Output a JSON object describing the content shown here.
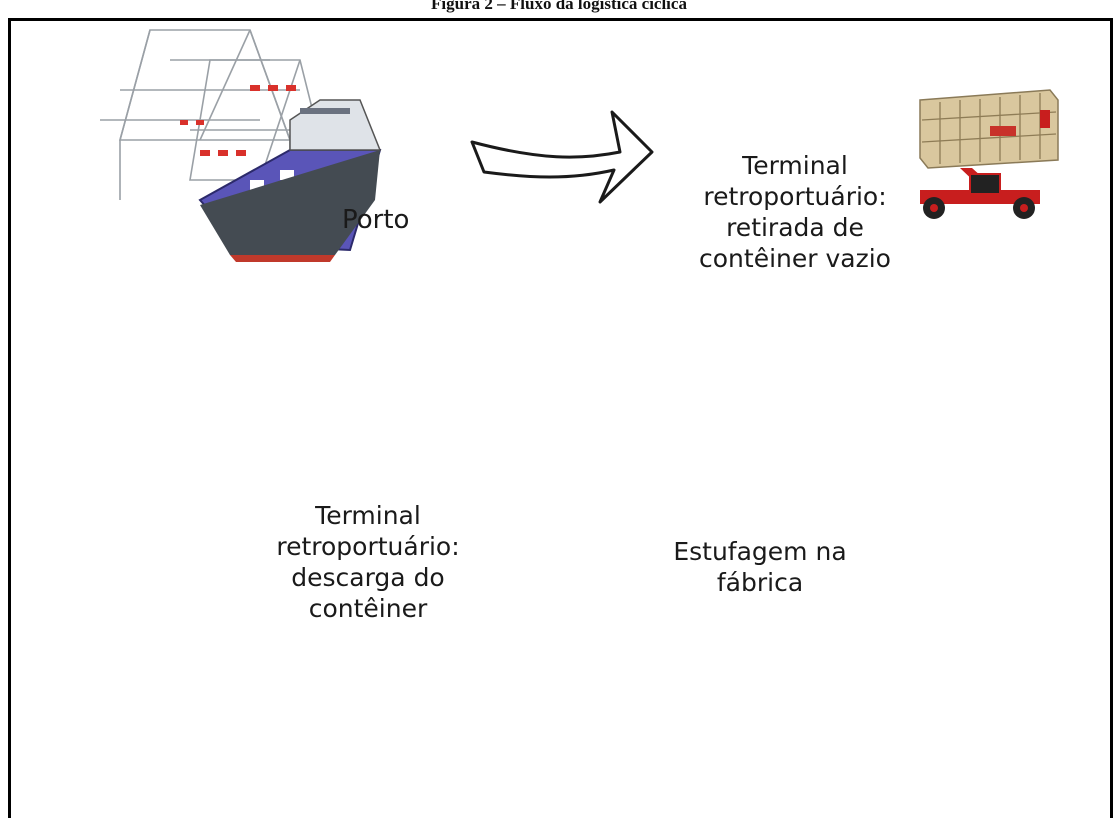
{
  "figure": {
    "caption": "Figura 2 – Fluxo da logística cíclica"
  },
  "nodes": {
    "porto": {
      "label": "Porto"
    },
    "retirada": {
      "label": "Terminal\nretroportuário:\nretirada de\ncontêiner vazio"
    },
    "estufagem": {
      "label": "Estufagem na\nfábrica"
    },
    "descarga": {
      "label": "Terminal\nretroportuário:\ndescarga do\ncontêiner"
    }
  },
  "icons": {
    "center": "clock-icon",
    "port": "port-ship-cranes-icon",
    "reach_stacker": "reach-stacker-icon",
    "truck": "container-truck-icon",
    "factory": "factory-icon"
  },
  "colors": {
    "container": "#d9c79e",
    "container_dark": "#b8a47a",
    "stacker": "#c81e1e",
    "ship_hull": "#444b52",
    "ship_deck": "#5a55b8",
    "factory_roof": "#555a60",
    "factory_wall": "#d6e2ee",
    "crane_marker": "#d9312b"
  }
}
